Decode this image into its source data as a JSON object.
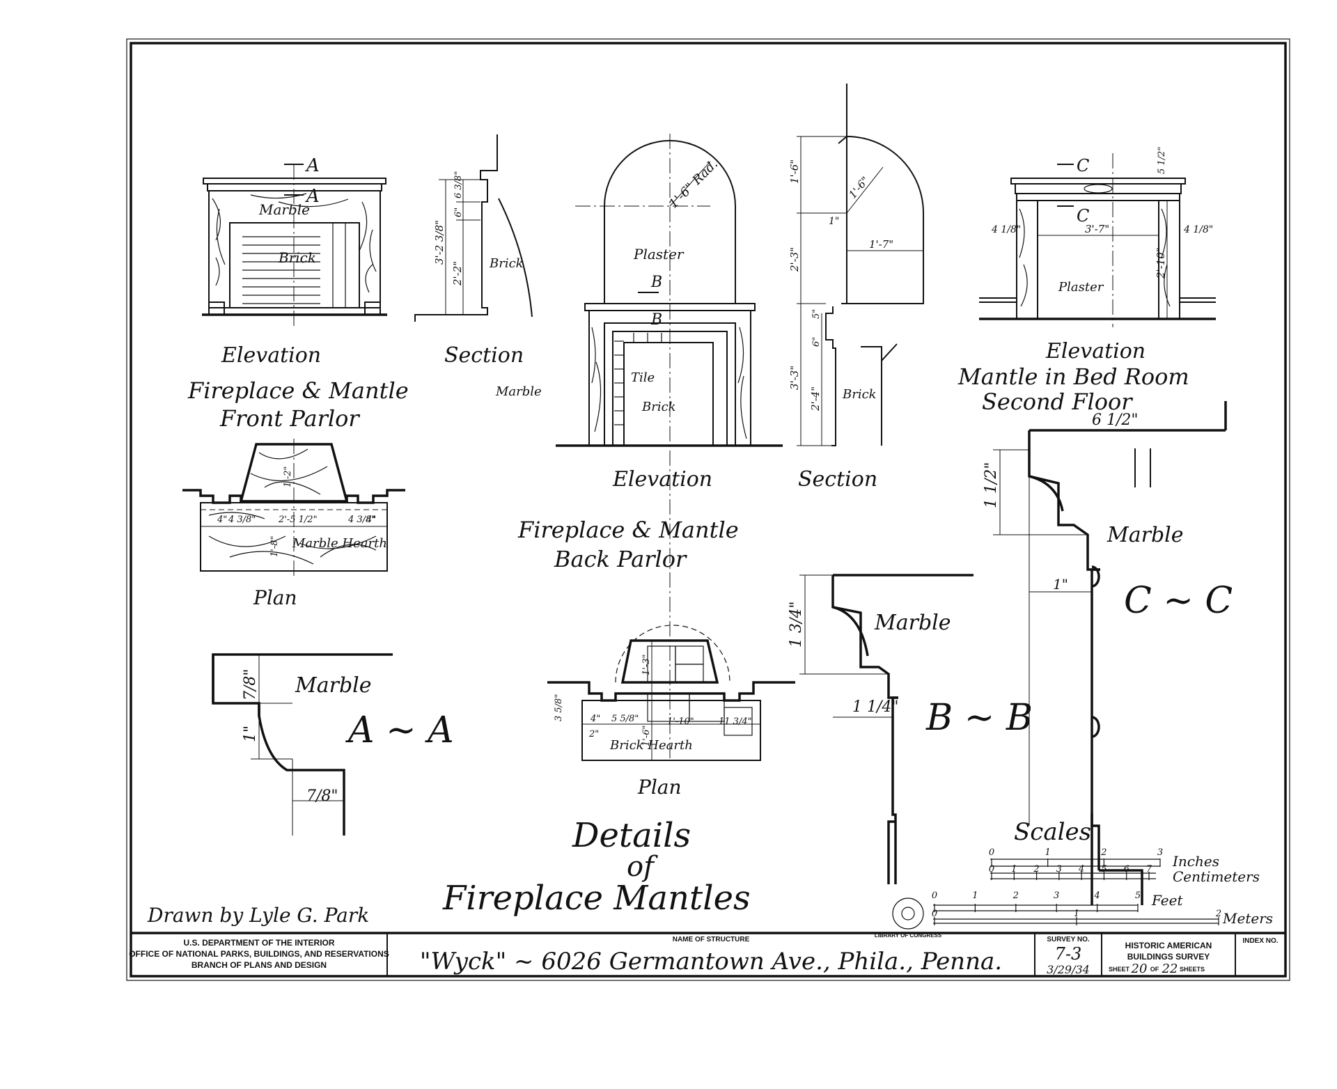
{
  "titles": {
    "fp_front_elev": "Elevation",
    "fp_front_sect": "Section",
    "fp_front_title1": "Fireplace & Mantle",
    "fp_front_title2": "Front Parlor",
    "fp_front_plan": "Plan",
    "fp_back_elev": "Elevation",
    "fp_back_sect": "Section",
    "fp_back_title1": "Fireplace & Mantle",
    "fp_back_title2": "Back Parlor",
    "fp_back_plan": "Plan",
    "bed_elev": "Elevation",
    "bed_title1": "Mantle in Bed Room",
    "bed_title2": "Second Floor",
    "main1": "Details",
    "main2": "of",
    "main3": "Fireplace Mantles",
    "drawn_by": "Drawn by Lyle G. Park"
  },
  "sections": {
    "aa": "A ~ A",
    "bb": "B ~ B",
    "cc": "C ~ C"
  },
  "materials": {
    "marble": "Marble",
    "brick": "Brick",
    "plaster": "Plaster",
    "tile": "Tile",
    "marble_hearth": "Marble Hearth",
    "brick_hearth": "Brick Hearth"
  },
  "dims": {
    "rad": "1'-6\" Rad.",
    "d_1_6": "1'-6\"",
    "d_2_3": "2'-3\"",
    "d_3_3": "3'-3\"",
    "d_2_4": "2'-4\"",
    "d_1_7": "1'-7\"",
    "d_1": "1\"",
    "d_3_2": "3'-2 3/8\"",
    "d_2_2": "2'-2\"",
    "d_6": "6\"",
    "d_5": "5\"",
    "d_6_3_8": "6 3/8\"",
    "d_3_7": "3'-7\"",
    "d_2_10": "2'-10\"",
    "d_4_1_8": "4 1/8\"",
    "d_5_1_2": "5 1/2\"",
    "d_6_1_2": "6 1/2\"",
    "d_1_1_2": "1 1/2\"",
    "d_1_in": "1\"",
    "d_1_3_4": "1 3/4\"",
    "d_1_1_4": "1 1/4\"",
    "d_7_8": "7/8\"",
    "d_7_8b": "7/8\"",
    "d_1_2": "1'-2\"",
    "d_2_5_1_2": "2'-5 1/2\"",
    "d_1_8": "1'-8\"",
    "d_4": "4\"",
    "d_4_3_8": "4 3/8\"",
    "d_1_3": "1'-3\"",
    "d_1_10": "1'-10\"",
    "d_1_6b": "1'-6\"",
    "d_3_5_8": "3 5/8\"",
    "d_5_5_8": "5 5/8\"",
    "d_2": "2\"",
    "d_11_3_4": "11 3/4\""
  },
  "markers": {
    "a": "A",
    "b": "B",
    "c": "C"
  },
  "scales": {
    "title": "Scales",
    "inches": "Inches",
    "centimeters": "Centimeters",
    "feet": "Feet",
    "meters": "Meters",
    "inch_ticks": [
      "0",
      "1",
      "2",
      "3"
    ],
    "cm_ticks": [
      "0",
      "1",
      "2",
      "3",
      "4",
      "5",
      "6",
      "7"
    ],
    "feet_ticks": [
      "0",
      "1",
      "2",
      "3",
      "4",
      "5"
    ],
    "meter_ticks": [
      "0",
      "1",
      "2"
    ]
  },
  "seal": "LIBRARY OF CONGRESS",
  "titleblock": {
    "dept1": "U.S. DEPARTMENT OF THE INTERIOR",
    "dept2": "OFFICE OF NATIONAL PARKS, BUILDINGS, AND RESERVATIONS",
    "dept3": "BRANCH OF PLANS AND DESIGN",
    "name_label": "NAME OF STRUCTURE",
    "name": "\"Wyck\" ~ 6026 Germantown Ave., Phila., Penna.",
    "survey_label": "SURVEY NO.",
    "survey_no": "7-3",
    "date": "3/29/34",
    "habs1": "HISTORIC AMERICAN",
    "habs2": "BUILDINGS SURVEY",
    "sheet_pre": "SHEET",
    "sheet_no": "20",
    "sheet_of": "OF",
    "sheet_total": "22",
    "sheet_post": "SHEETS",
    "index_label": "INDEX NO."
  }
}
